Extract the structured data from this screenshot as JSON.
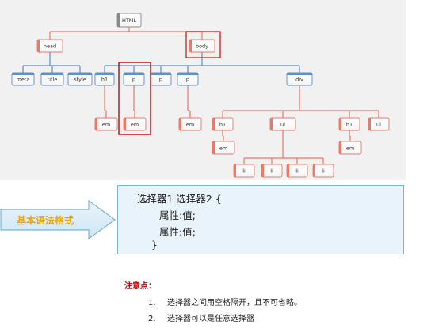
{
  "diagram": {
    "nodes": {
      "html": "HTML",
      "head": "head",
      "body": "body",
      "meta": "meta",
      "title": "title",
      "style": "style",
      "h1": "h1",
      "p1": "p",
      "p2": "p",
      "p3": "p",
      "div": "div",
      "em1": "em",
      "em2": "em",
      "em3": "em",
      "h1b": "h1",
      "ul1": "ul",
      "h1c": "h1",
      "ul2": "ul",
      "em4": "em",
      "em5": "em",
      "li1": "li",
      "li2": "li",
      "li3": "li",
      "li4": "li"
    },
    "colors": {
      "red_node": "#e8796b",
      "blue_node": "#5d8fcb",
      "html_node": "#8a8a8a",
      "highlight": "#cc1f1f"
    }
  },
  "arrow_label": "基本语法格式",
  "syntax": {
    "line1": "选择器1  选择器2 {",
    "line2": "属性:值;",
    "line3": "属性:值;",
    "line4": "}"
  },
  "notes": {
    "title": "注意点：",
    "items": [
      {
        "num": "1.",
        "text": "选择器之间用空格隔开，且不可省略。"
      },
      {
        "num": "2.",
        "text": "选择器可以是任意选择器"
      }
    ]
  }
}
